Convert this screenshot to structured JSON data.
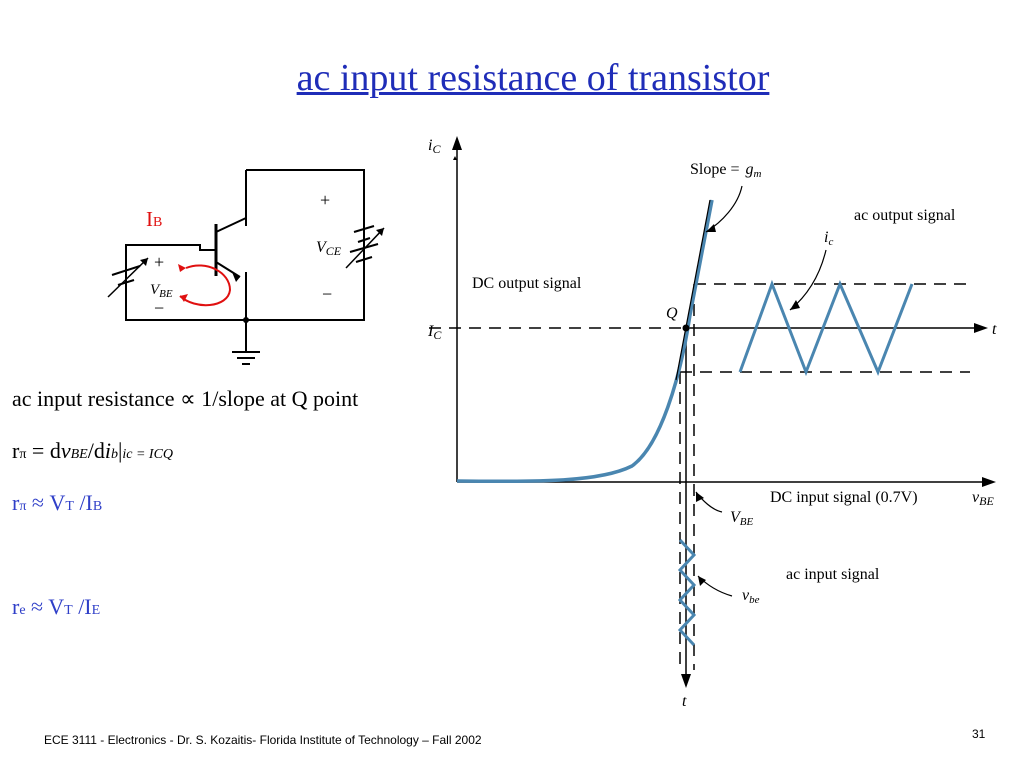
{
  "title": "ac input resistance of transistor",
  "circuit": {
    "ib_main": "I",
    "ib_sub": "B",
    "plus": "+",
    "minus": "−",
    "vbe_main": "V",
    "vbe_sub": "BE",
    "vce_main": "V",
    "vce_sub": "CE"
  },
  "graph": {
    "y_axis_main": "i",
    "y_axis_sub": "C",
    "x_axis_main": "v",
    "x_axis_sub": "BE",
    "slope_text": "Slope =",
    "gm_main": "g",
    "gm_sub": "m",
    "ic_axis_main": "I",
    "ic_axis_sub": "C",
    "q_label": "Q",
    "t_right": "t",
    "t_bottom": "t",
    "ic_small_main": "i",
    "ic_small_sub": "c",
    "vbe_dc_main": "V",
    "vbe_dc_sub": "BE",
    "vbe_small_main": "v",
    "vbe_small_sub": "be",
    "ac_output_signal": "ac output signal",
    "dc_output_signal": "DC output signal",
    "dc_input_signal": "DC input signal (0.7V)",
    "ac_input_signal": "ac input signal"
  },
  "equations": {
    "line1": "ac input resistance ∝ 1/slope at Q point",
    "rpi_r": "r",
    "rpi_pi": "π",
    "eq1_mid": " = d",
    "eq1_v": "v",
    "eq1_be": "BE",
    "eq1_div": "/d",
    "eq1_i": "i",
    "eq1_b": "b",
    "eq1_bar": "|",
    "eq1_cond": "ic = ICQ",
    "approx": " ≈ V",
    "sub_t": "T",
    "slash_i": " /I",
    "sub_b": "B",
    "re_r": "r",
    "re_e": "e",
    "sub_e": "E"
  },
  "footer": {
    "left": "ECE 3111 - Electronics - Dr. S. Kozaitis- Florida Institute of Technology – Fall 2002",
    "page": "31"
  }
}
